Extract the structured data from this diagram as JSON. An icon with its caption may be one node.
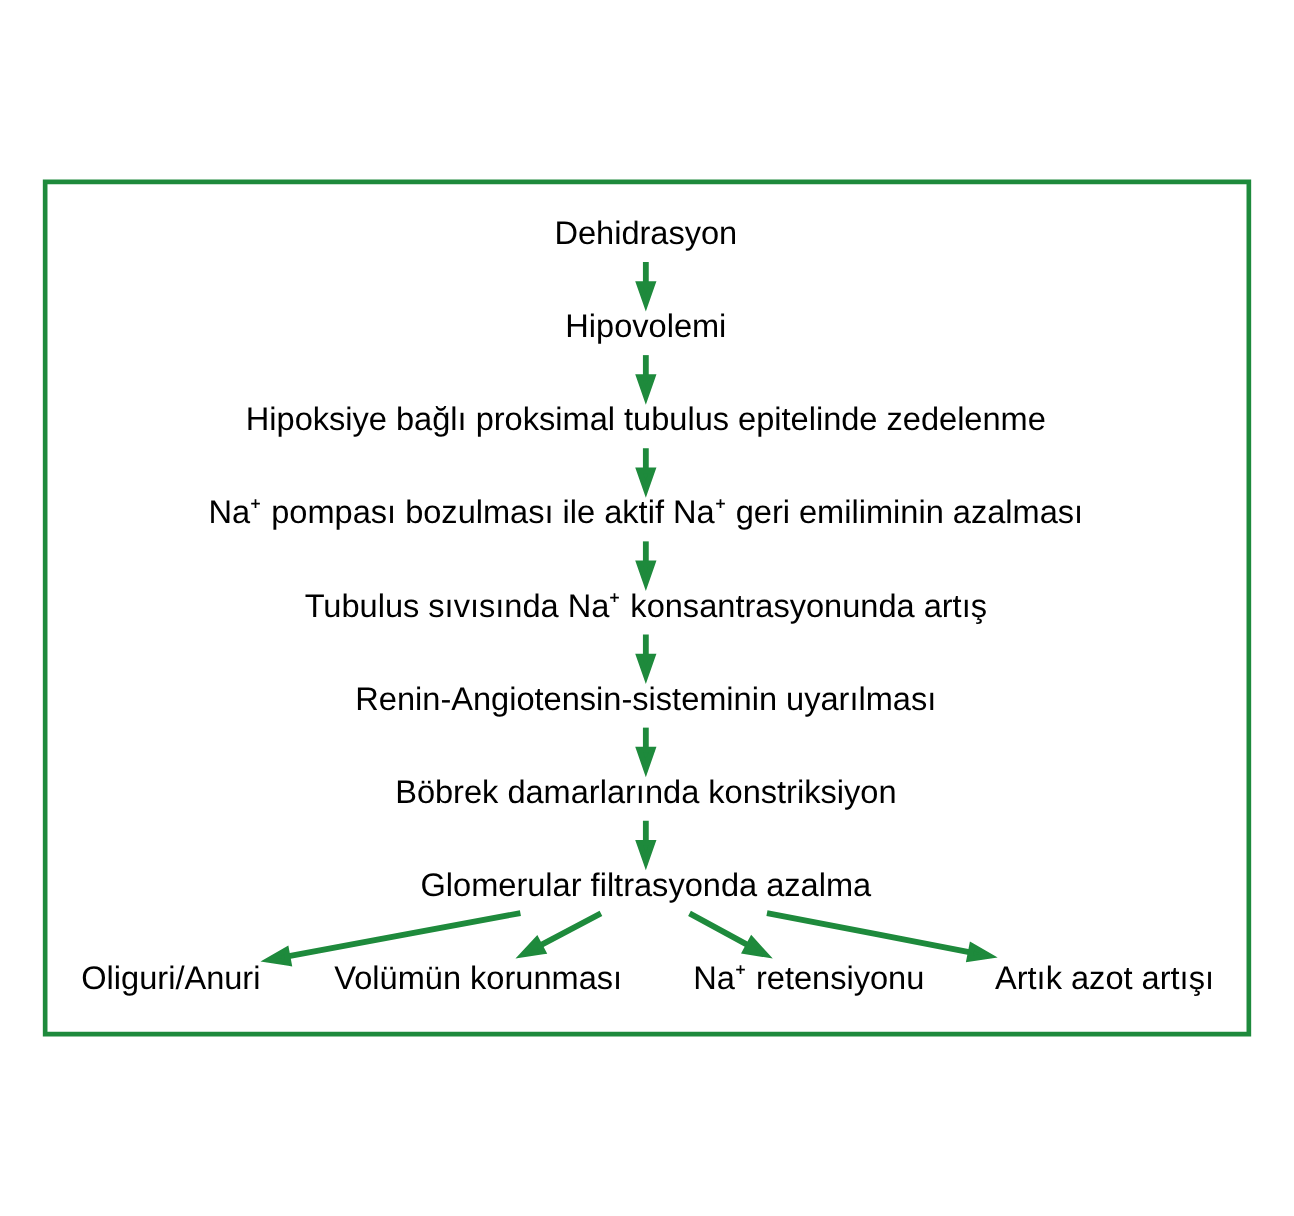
{
  "diagram": {
    "nodes": [
      {
        "text": [],
        "shape": "box"
      },
      {
        "text": [
          "Dehidrasyon"
        ],
        "in": 0
      },
      {
        "text": [
          "Hipovolemi"
        ],
        "in": 0
      },
      {
        "text": [
          "Hipoksiye bağlı proksimal tubulus epitelinde zedelenme"
        ],
        "in": 0
      },
      {
        "text": [
          "Na⁺ pompası bozulması ile aktif Na⁺ geri emiliminin azalması"
        ],
        "in": 0
      },
      {
        "text": [
          "Tubulus sıvısında Na⁺ konsantrasyonunda artış"
        ],
        "in": 0
      },
      {
        "text": [
          "Renin-Angiotensin-sisteminin uyarılması"
        ],
        "in": 0
      },
      {
        "text": [
          "Böbrek damarlarında konstriksiyon"
        ],
        "in": 0
      },
      {
        "text": [
          "Glomerular filtrasyonda azalma"
        ],
        "in": 0
      },
      {
        "text": [
          "Oliguri/Anuri"
        ],
        "in": 0
      },
      {
        "text": [
          "Volümün korunması"
        ],
        "in": 0
      },
      {
        "text": [
          "Na⁺ retensiyonu"
        ],
        "in": 0
      },
      {
        "text": [
          "Artık azot artışı"
        ],
        "in": 0
      }
    ],
    "edges": [
      {
        "from": 1,
        "to": 2,
        "arrow": "to"
      },
      {
        "from": 2,
        "to": 3,
        "arrow": "to"
      },
      {
        "from": 3,
        "to": 4,
        "arrow": "to"
      },
      {
        "from": 4,
        "to": 5,
        "arrow": "to"
      },
      {
        "from": 5,
        "to": 6,
        "arrow": "to"
      },
      {
        "from": 6,
        "to": 7,
        "arrow": "to"
      },
      {
        "from": 7,
        "to": 8,
        "arrow": "to"
      },
      {
        "from": 8,
        "to": 9,
        "arrow": "to"
      },
      {
        "from": 8,
        "to": 10,
        "arrow": "to"
      },
      {
        "from": 8,
        "to": 11,
        "arrow": "to"
      },
      {
        "from": 8,
        "to": 12,
        "arrow": "to"
      }
    ]
  }
}
